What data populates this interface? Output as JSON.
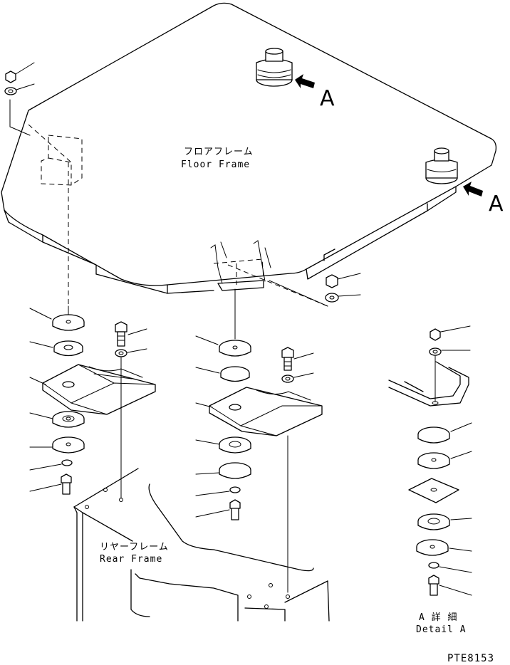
{
  "labels": {
    "floor_frame_jp": "フロアフレーム",
    "floor_frame_en": "Floor Frame",
    "rear_frame_jp": "リヤーフレーム",
    "rear_frame_en": "Rear Frame",
    "view_marker_1": "A",
    "view_marker_2": "A",
    "detail_jp": "A 詳 細",
    "detail_en": "Detail A",
    "drawing_code": "PTE8153"
  }
}
